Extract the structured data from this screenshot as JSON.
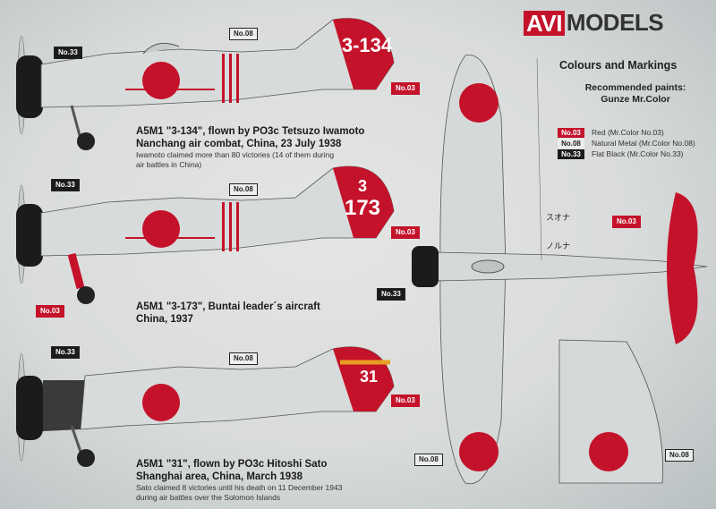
{
  "logo": {
    "avi": "AVI",
    "models": "MODELS"
  },
  "header": {
    "title": "Colours and Markings",
    "subtitle_line1": "Recommended paints:",
    "subtitle_line2": "Gunze Mr.Color"
  },
  "legend": [
    {
      "code": "No.03",
      "label": "Red (Mr.Color No.03)",
      "color": "#c4122a"
    },
    {
      "code": "No.08",
      "label": "Natural Metal (Mr.Color No.08)",
      "color": "#eceeee"
    },
    {
      "code": "No.33",
      "label": "Flat Black (Mr.Color No.33)",
      "color": "#1b1b1b"
    }
  ],
  "profiles": [
    {
      "tail_code": "3-134",
      "title1": "A5M1 \"3-134\", flown by PO3c Tetsuzo Iwamoto",
      "title2": "Nanchang air combat, China, 23 July 1938",
      "note1": "Iwamoto claimed more than 80 victories (14 of them during",
      "note2": "air battles in China)"
    },
    {
      "tail_code_top": "3",
      "tail_code": "173",
      "title1": "A5M1 \"3-173\", Buntai leader´s aircraft",
      "title2": "China, 1937"
    },
    {
      "tail_code": "31",
      "title1": "A5M1 \"31\", flown by PO3c Hitoshi Sato",
      "title2": "Shanghai area, China, March 1938",
      "note1": "Sato claimed 8 victories until his death on 11 December 1943",
      "note2": "during air battles over the Solomon Islands"
    }
  ],
  "stencils": {
    "s1": "スオナ",
    "s2": "ノルナ"
  },
  "tags": {
    "n03": "No.03",
    "n08": "No.08",
    "n33": "No.33"
  }
}
